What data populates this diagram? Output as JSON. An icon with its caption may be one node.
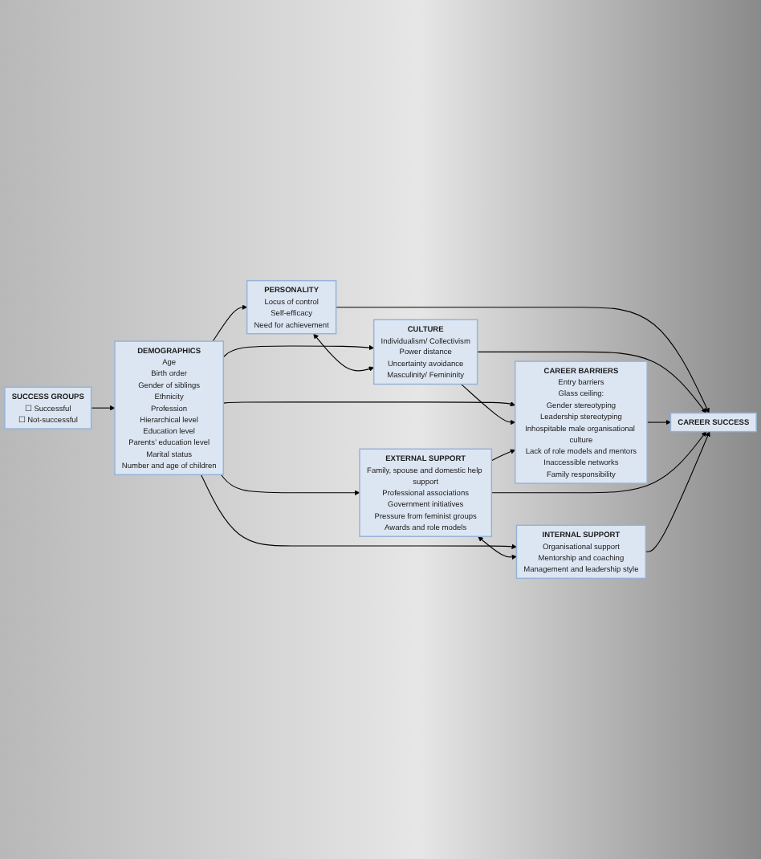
{
  "diagram": {
    "nodes": [
      {
        "text": [
          "SUCCESS GROUPS",
          "☐ Successful",
          "☐ Not-successful"
        ]
      },
      {
        "text": [
          "DEMOGRAPHICS",
          "Age",
          "Birth order",
          "Gender of siblings",
          "Ethnicity",
          "Profession",
          "Hierarchical level",
          "Education level",
          "Parents’ education level",
          "Marital status",
          "Number and age of children"
        ]
      },
      {
        "text": [
          "PERSONALITY",
          "Locus of control",
          "Self-efficacy",
          "Need for achievement"
        ]
      },
      {
        "text": [
          "CULTURE",
          "Individualism/ Collectivism",
          "Power distance",
          "Uncertainty avoidance",
          "Masculinity/ Femininity"
        ]
      },
      {
        "text": [
          "CAREER BARRIERS",
          "Entry barriers",
          "Glass ceiling:",
          "Gender stereotyping",
          "Leadership stereotyping",
          "Inhospitable male organisational culture",
          "Lack of role models and mentors",
          "Inaccessible networks",
          "Family responsibility"
        ]
      },
      {
        "text": [
          "EXTERNAL SUPPORT",
          "Family, spouse and domestic help support",
          "Professional associations",
          "Government initiatives",
          "Pressure from feminist groups",
          "Awards and role models"
        ]
      },
      {
        "text": [
          "INTERNAL SUPPORT",
          "Organisational support",
          "Mentorship and coaching",
          "Management and leadership style"
        ]
      },
      {
        "text": [
          "CAREER SUCCESS"
        ]
      }
    ],
    "edges": [
      {
        "from": 0,
        "to": 1,
        "arrow": "to"
      },
      {
        "from": 1,
        "to": 2,
        "arrow": "to"
      },
      {
        "from": 1,
        "to": 3,
        "arrow": "to"
      },
      {
        "from": 1,
        "to": 4,
        "arrow": "to"
      },
      {
        "from": 1,
        "to": 5,
        "arrow": "to"
      },
      {
        "from": 1,
        "to": 6,
        "arrow": "to"
      },
      {
        "from": 2,
        "to": 3,
        "arrow": "both"
      },
      {
        "from": 3,
        "to": 4,
        "arrow": "to"
      },
      {
        "from": 5,
        "to": 4,
        "arrow": "to"
      },
      {
        "from": 5,
        "to": 6,
        "arrow": "both"
      },
      {
        "from": 2,
        "to": 7,
        "arrow": "to"
      },
      {
        "from": 3,
        "to": 7,
        "arrow": "to"
      },
      {
        "from": 4,
        "to": 7,
        "arrow": "to"
      },
      {
        "from": 5,
        "to": 7,
        "arrow": "to"
      },
      {
        "from": 6,
        "to": 7,
        "arrow": "to"
      }
    ]
  }
}
